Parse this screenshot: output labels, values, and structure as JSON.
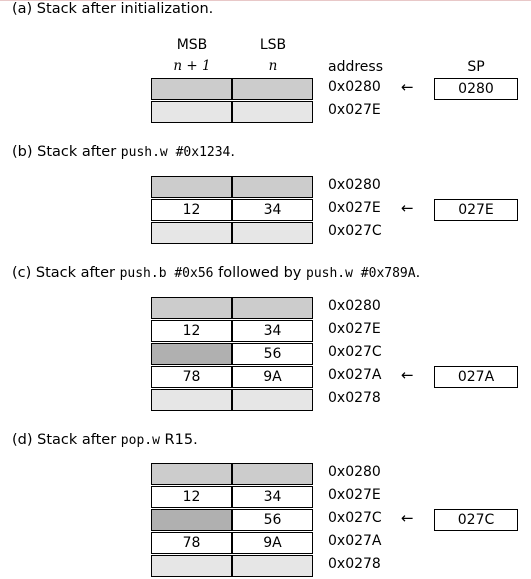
{
  "columns": {
    "msb_label": "MSB",
    "lsb_label": "LSB",
    "msb_sub": "n + 1",
    "lsb_sub": "n",
    "address_label": "address",
    "sp_label": "SP"
  },
  "arrow": "←",
  "panels": [
    {
      "caption_text": "(a) Stack after initialization.",
      "caption_code": "",
      "caption_mid": "",
      "caption_code2": "",
      "caption_end": "",
      "rows": [
        {
          "msb": "",
          "lsb": "",
          "msb_shade": "mid",
          "lsb_shade": "mid",
          "address": "0x0280"
        },
        {
          "msb": "",
          "lsb": "",
          "msb_shade": "light",
          "lsb_shade": "light",
          "address": "0x027E"
        }
      ],
      "sp": "0280",
      "sp_row": 0
    },
    {
      "caption_text": "(b) Stack after ",
      "caption_code": "push.w #0x1234",
      "caption_mid": ".",
      "caption_code2": "",
      "caption_end": "",
      "rows": [
        {
          "msb": "",
          "lsb": "",
          "msb_shade": "mid",
          "lsb_shade": "mid",
          "address": "0x0280"
        },
        {
          "msb": "12",
          "lsb": "34",
          "msb_shade": "empty",
          "lsb_shade": "empty",
          "address": "0x027E"
        },
        {
          "msb": "",
          "lsb": "",
          "msb_shade": "light",
          "lsb_shade": "light",
          "address": "0x027C"
        }
      ],
      "sp": "027E",
      "sp_row": 1
    },
    {
      "caption_text": "(c) Stack after ",
      "caption_code": "push.b #0x56",
      "caption_mid": " followed by ",
      "caption_code2": "push.w #0x789A",
      "caption_end": ".",
      "rows": [
        {
          "msb": "",
          "lsb": "",
          "msb_shade": "mid",
          "lsb_shade": "mid",
          "address": "0x0280"
        },
        {
          "msb": "12",
          "lsb": "34",
          "msb_shade": "empty",
          "lsb_shade": "empty",
          "address": "0x027E"
        },
        {
          "msb": "",
          "lsb": "56",
          "msb_shade": "dark",
          "lsb_shade": "empty",
          "address": "0x027C"
        },
        {
          "msb": "78",
          "lsb": "9A",
          "msb_shade": "empty",
          "lsb_shade": "empty",
          "address": "0x027A"
        },
        {
          "msb": "",
          "lsb": "",
          "msb_shade": "light",
          "lsb_shade": "light",
          "address": "0x0278"
        }
      ],
      "sp": "027A",
      "sp_row": 3
    },
    {
      "caption_text": "(d) Stack after ",
      "caption_code": "pop.w",
      "caption_mid": " R15.",
      "caption_code2": "",
      "caption_end": "",
      "rows": [
        {
          "msb": "",
          "lsb": "",
          "msb_shade": "mid",
          "lsb_shade": "mid",
          "address": "0x0280"
        },
        {
          "msb": "12",
          "lsb": "34",
          "msb_shade": "empty",
          "lsb_shade": "empty",
          "address": "0x027E"
        },
        {
          "msb": "",
          "lsb": "56",
          "msb_shade": "dark",
          "lsb_shade": "empty",
          "address": "0x027C"
        },
        {
          "msb": "78",
          "lsb": "9A",
          "msb_shade": "empty",
          "lsb_shade": "empty",
          "address": "0x027A"
        },
        {
          "msb": "",
          "lsb": "",
          "msb_shade": "light",
          "lsb_shade": "light",
          "address": "0x0278"
        }
      ],
      "sp": "027C",
      "sp_row": 2
    }
  ]
}
